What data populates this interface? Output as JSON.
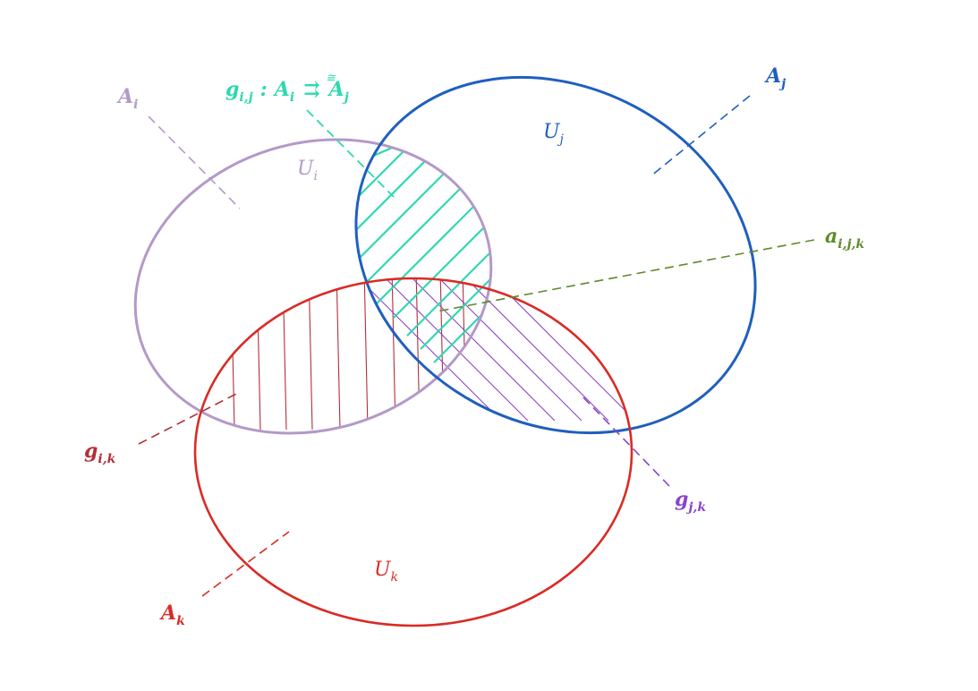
{
  "colors": {
    "ui": "#b399c8",
    "uj": "#1f5fbf",
    "uk": "#d92b25",
    "gij": "#2ed8b0",
    "gik": "#b2303a",
    "gjk": "#8a44c8",
    "aijk": "#5e8a2a"
  },
  "sets": {
    "ui": {
      "base": "U",
      "sub": "i"
    },
    "uj": {
      "base": "U",
      "sub": "j"
    },
    "uk": {
      "base": "U",
      "sub": "k"
    }
  },
  "sheaves": {
    "ai": {
      "base": "A",
      "sub": "i"
    },
    "aj": {
      "base": "A",
      "sub": "j"
    },
    "ak": {
      "base": "A",
      "sub": "k"
    }
  },
  "maps": {
    "gij": {
      "base": "g",
      "sub": "i,j",
      "sep": ":",
      "src": "A",
      "src_sub": "i",
      "arrow": "⇉",
      "iso": "≅",
      "dst": "A",
      "dst_sub": "j"
    },
    "gik": {
      "base": "g",
      "sub": "i,k"
    },
    "gjk": {
      "base": "g",
      "sub": "j,k"
    },
    "aijk": {
      "base": "a",
      "sub": "i,j,k"
    }
  }
}
